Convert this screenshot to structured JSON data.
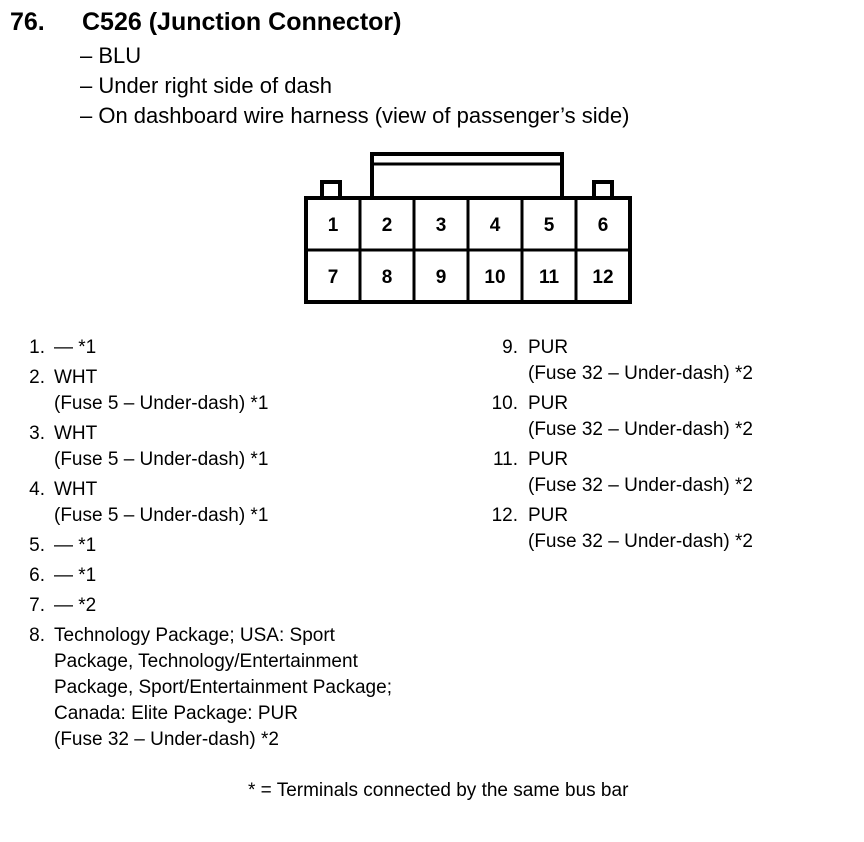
{
  "section": {
    "number": "76.",
    "title": "C526 (Junction Connector)",
    "details": [
      "– BLU",
      "– Under right side of dash",
      "– On dashboard wire harness (view of passenger’s side)"
    ]
  },
  "connector": {
    "pins_top": [
      "1",
      "2",
      "3",
      "4",
      "5",
      "6"
    ],
    "pins_bottom": [
      "7",
      "8",
      "9",
      "10",
      "11",
      "12"
    ]
  },
  "terminals_left": [
    {
      "num": "1.",
      "lines": [
        "— *1"
      ]
    },
    {
      "num": "2.",
      "lines": [
        "WHT",
        "(Fuse 5 – Under-dash) *1"
      ]
    },
    {
      "num": "3.",
      "lines": [
        "WHT",
        "(Fuse 5 – Under-dash) *1"
      ]
    },
    {
      "num": "4.",
      "lines": [
        "WHT",
        "(Fuse 5 – Under-dash) *1"
      ]
    },
    {
      "num": "5.",
      "lines": [
        "— *1"
      ]
    },
    {
      "num": "6.",
      "lines": [
        "— *1"
      ]
    },
    {
      "num": "7.",
      "lines": [
        "— *2"
      ]
    },
    {
      "num": "8.",
      "lines": [
        "Technology Package; USA: Sport",
        "Package, Technology/Entertainment",
        "Package, Sport/Entertainment Package;",
        "Canada: Elite Package: PUR",
        "(Fuse 32 – Under-dash) *2"
      ]
    }
  ],
  "terminals_right": [
    {
      "num": "9.",
      "lines": [
        "PUR",
        "(Fuse 32 – Under-dash) *2"
      ]
    },
    {
      "num": "10.",
      "lines": [
        "PUR",
        "(Fuse 32 – Under-dash) *2"
      ]
    },
    {
      "num": "11.",
      "lines": [
        "PUR",
        "(Fuse 32 – Under-dash) *2"
      ]
    },
    {
      "num": "12.",
      "lines": [
        "PUR",
        "(Fuse 32 – Under-dash) *2"
      ]
    }
  ],
  "footnote": "* = Terminals connected by the same bus bar"
}
